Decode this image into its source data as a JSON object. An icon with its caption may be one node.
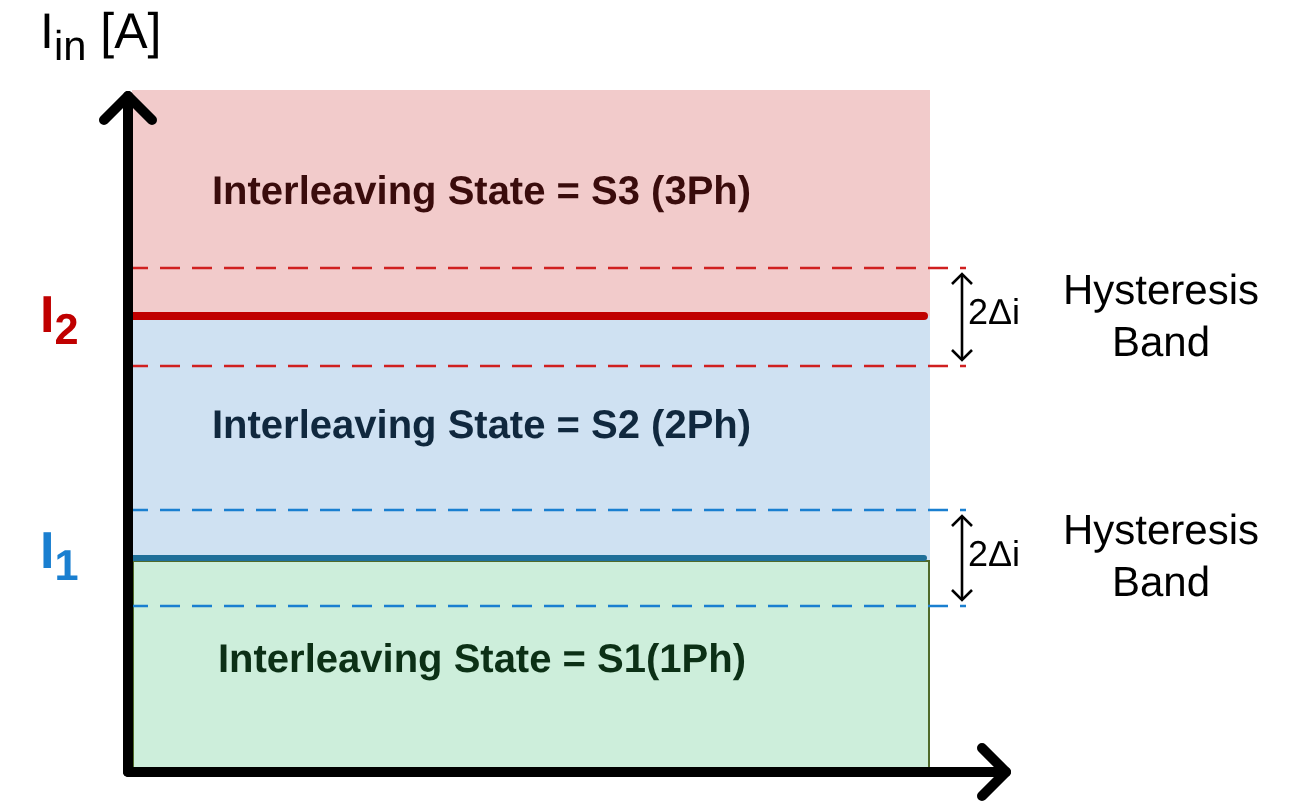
{
  "diagram": {
    "nodes": [
      {
        "text": [
          "Interleaving State = S3 (3Ph)"
        ]
      },
      {
        "text": [
          "Interleaving State = S2 (2Ph)"
        ]
      },
      {
        "text": [
          "Interleaving State = S1(1Ph)"
        ]
      }
    ],
    "labels": [
      "I$_{in}$ [A]",
      "I$_{2}$",
      "2Δi",
      "Hysteresis Band",
      "I$_{1}$",
      "2Δi",
      "Hysteresis Band"
    ]
  }
}
